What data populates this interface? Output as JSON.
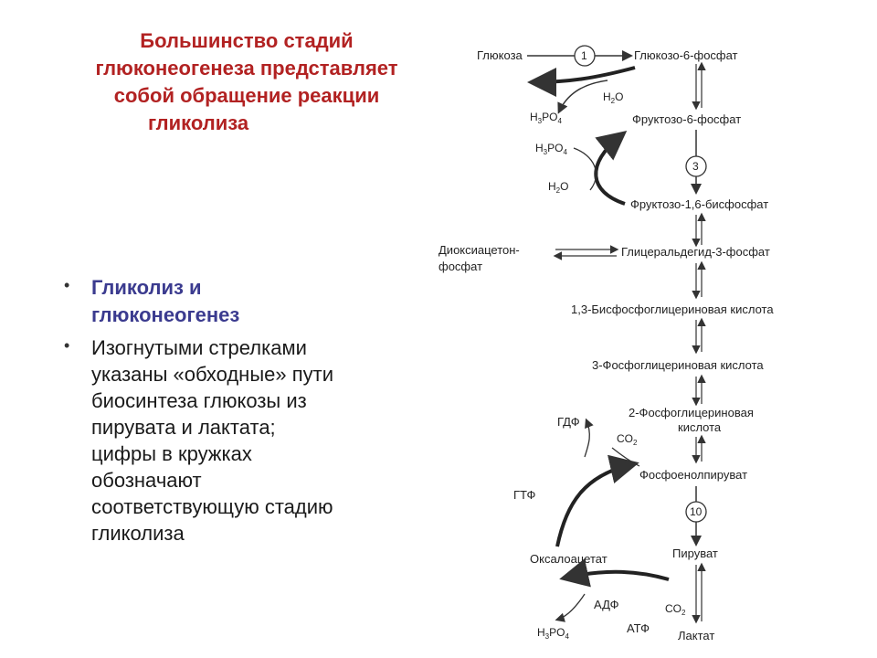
{
  "title": {
    "line1": "Большинство стадий",
    "line2": "глюконеогенеза представляет",
    "line3": "собой обращение реакции",
    "line4": "гликолиза"
  },
  "bullets": [
    {
      "text_lines": [
        "Гликолиз и",
        "глюконеогенез"
      ]
    },
    {
      "text_lines": [
        "Изогнутыми стрелками",
        "указаны «обходные» пути",
        "биосинтеза глюкозы из",
        "пирувата и лактата;",
        "цифры в кружках",
        "обозначают",
        "соответствующую стадию",
        "гликолиза"
      ]
    }
  ],
  "diagram": {
    "glucose": "Глюкоза",
    "g6p": "Глюкозо-6-фосфат",
    "f6p": "Фруктозо-6-фосфат",
    "f16bp": "Фруктозо-1,6-бисфосфат",
    "dhap_1": "Диоксиацетон-",
    "dhap_2": "фосфат",
    "gap": "Глицеральдегид-3-фосфат",
    "bpg": "1,3-Бисфосфоглицериновая  кислота",
    "pg3": "3-Фосфоглицериновая кислота",
    "pg2_1": "2-Фосфоглицериновая",
    "pg2_2": "кислота",
    "pep": "Фосфоенолпируват",
    "pyruvate": "Пируват",
    "lactate": "Лактат",
    "oxaloacetate": "Оксалоацетат",
    "gdp": "ГДФ",
    "gtp": "ГТФ",
    "co2_a": "CO",
    "co2_a_sub": "2",
    "co2_b": "CO",
    "co2_b_sub": "2",
    "adp": "АДФ",
    "atp": "АТФ",
    "h3po4_a": "H",
    "h3po4_b": "H",
    "h2o_a": "H",
    "h2o_b": "H",
    "sub3": "3",
    "po4": "PO",
    "sub4": "4",
    "sub2": "2",
    "o": "O",
    "step1": "1",
    "step3": "3",
    "step10": "10"
  }
}
